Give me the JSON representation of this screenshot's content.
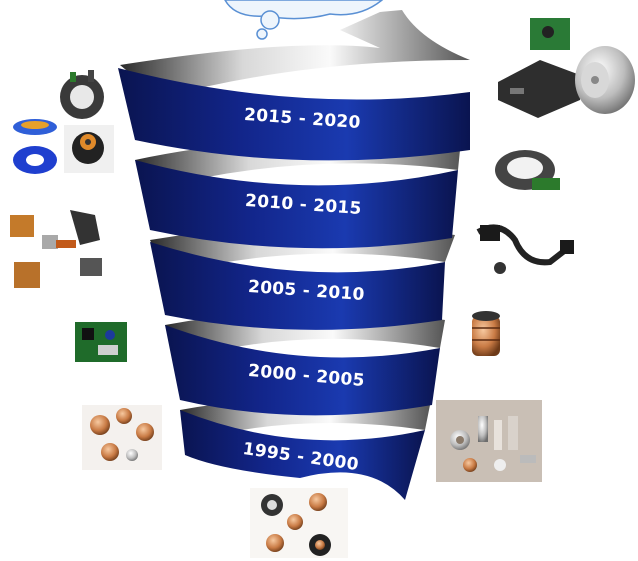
{
  "spiral": {
    "bands": [
      {
        "label": "2015 - 2020"
      },
      {
        "label": "2010 - 2015"
      },
      {
        "label": "2005 - 2010"
      },
      {
        "label": "2000 - 2005"
      },
      {
        "label": "1995 - 2000"
      }
    ]
  },
  "colors": {
    "band_dark": "#0b1a5c",
    "band_mid": "#1c3aa0",
    "inner_light": "#f4f4f4",
    "inner_dark": "#3a3a3a",
    "cloud": "#5a90d4"
  },
  "product_icons": [
    "motor-stator-icon",
    "magnet-ring-icon",
    "encoder-disc-icon",
    "brush-holder-icon",
    "wiring-harness-icon",
    "pcb-icon",
    "commutator-icon",
    "copper-parts-icon",
    "controller-box-icon",
    "electric-motor-icon",
    "slip-ring-icon",
    "sintered-parts-icon"
  ]
}
